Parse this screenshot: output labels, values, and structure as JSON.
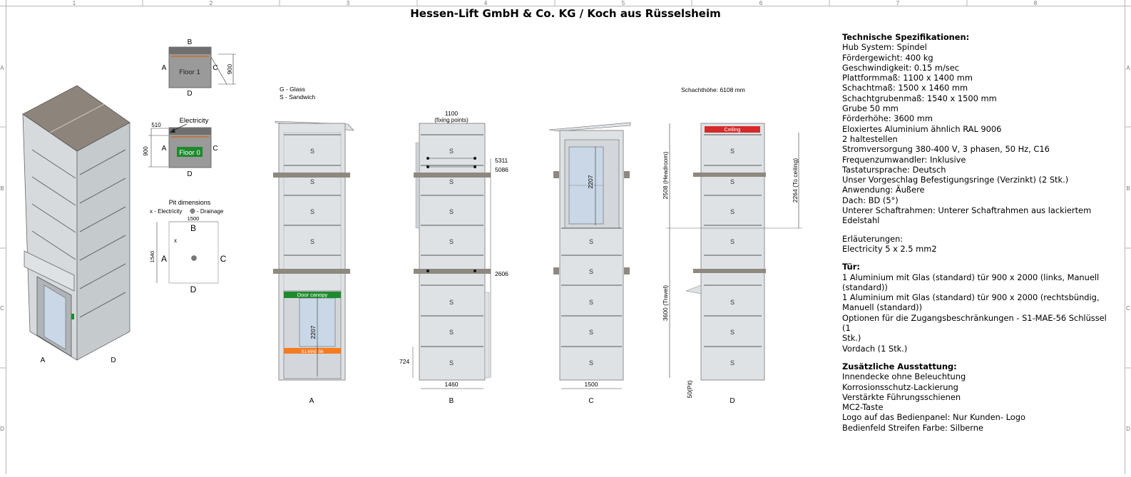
{
  "title": "Hessen-Lift GmbH & Co. KG / Koch aus Rüsselsheim",
  "grid": {
    "columns": [
      "1",
      "2",
      "3",
      "4",
      "5",
      "6",
      "7",
      "8"
    ],
    "rows": [
      "A",
      "B",
      "C",
      "D"
    ]
  },
  "iso_view": {
    "labels": [
      "A",
      "D"
    ]
  },
  "floor1": {
    "name": "Floor 1",
    "sides": [
      "B",
      "A",
      "C",
      "D"
    ],
    "dim": "900"
  },
  "floor0": {
    "name": "Floor 0",
    "sides": [
      "A",
      "C",
      "D"
    ],
    "electricity": "Electricity",
    "dim_h": "510",
    "dim_v": "900"
  },
  "pit": {
    "title": "Pit dimensions",
    "legend_electricity": "x - Electricity",
    "legend_drainage": "- Drainage",
    "x_mark": "x",
    "width": "1500",
    "depth": "1540",
    "sides": [
      "B",
      "A",
      "C",
      "D"
    ]
  },
  "legend": {
    "glass": "G - Glass",
    "sandwich": "S - Sandwich"
  },
  "shaft_height": "Schachthöhe: 6108 mm",
  "panel_letter": "S",
  "view_a": {
    "label": "A",
    "door_canopy": "Door canopy",
    "door_height": "2207",
    "lock": "S1-MAE-56"
  },
  "view_b": {
    "label": "B",
    "fixing_top": "1100",
    "fixing_sub": "(fixing points)",
    "dims": [
      "5311",
      "5086",
      "2606"
    ],
    "bottom": "724",
    "width": "1460"
  },
  "view_c": {
    "label": "C",
    "door_height": "2207",
    "width": "1500"
  },
  "view_d": {
    "label": "D",
    "ceiling": "Ceiling",
    "headroom": "2508 (Headroom)",
    "to_ceiling": "2264 (To ceiling)",
    "travel": "3600 (Travel)",
    "pit": "50(Pit)"
  },
  "specs": {
    "tech_header": "Technische Spezifikationen:",
    "tech_lines": [
      "Hub System: Spindel",
      "Fördergewicht: 400 kg",
      "Geschwindigkeit: 0.15 m/sec",
      "Plattformmaß: 1100 x 1400 mm",
      "Schachtmaß: 1500 x 1460 mm",
      "Schachtgrubenmaß: 1540 x 1500 mm",
      "Grube 50 mm",
      "Förderhöhe: 3600 mm",
      "Eloxiertes Aluminium ähnlich RAL 9006",
      "2 haltestellen",
      "Stromversorgung 380-400 V, 3 phasen, 50 Hz, C16",
      "Frequenzumwandler: Inklusive",
      "Tastatursprache: Deutsch",
      "Unser Vorgeschlag Befestigungsringe (Verzinkt) (2 Stk.)",
      "Anwendung: Äußere",
      "Dach: BD (5°)",
      "Unterer Schaftrahmen: Unterer Schaftrahmen aus lackiertem",
      "Edelstahl"
    ],
    "notes_header": "Erläuterungen:",
    "notes_lines": [
      "Electricity 5 x 2.5 mm2"
    ],
    "door_header": "Tür:",
    "door_lines": [
      "1 Aluminium mit Glas (standard) tür 900 x 2000 (links, Manuell",
      "(standard))",
      "1 Aluminium mit Glas (standard) tür 900 x 2000 (rechtsbündig,",
      "Manuell (standard))",
      "Optionen für die Zugangsbeschränkungen - S1-MAE-56 Schlüssel (1",
      "Stk.)",
      "Vordach (1 Stk.)"
    ],
    "extra_header": "Zusätzliche Ausstattung:",
    "extra_lines": [
      "Innendecke ohne Beleuchtung",
      "Korrosionsschutz-Lackierung",
      "Verstärkte Führungsschienen",
      "MC2-Taste",
      "Logo auf das Bedienpanel: Nur Kunden- Logo",
      "Bedienfeld Streifen Farbe: Silberne"
    ]
  },
  "colors": {
    "green": "#1f8a2e",
    "orange": "#f47b20",
    "red": "#d42a2a",
    "panel": "#dfe2e5",
    "bar": "#8e8880",
    "glass": "#c9d7e6"
  }
}
